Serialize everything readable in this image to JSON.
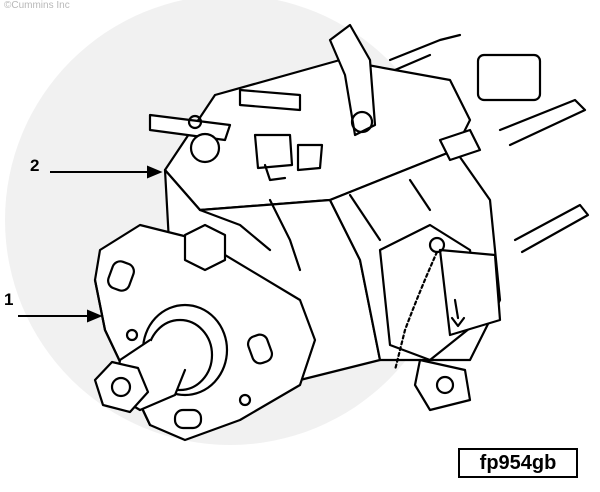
{
  "watermark": {
    "copyright": "©Cummins Inc",
    "brand": "Cummins"
  },
  "callouts": [
    {
      "id": "1"
    },
    {
      "id": "2"
    }
  ],
  "figure_id": "fp954gb",
  "colors": {
    "line": "#000000",
    "background": "#ffffff",
    "watermark": "#eeeeee"
  }
}
